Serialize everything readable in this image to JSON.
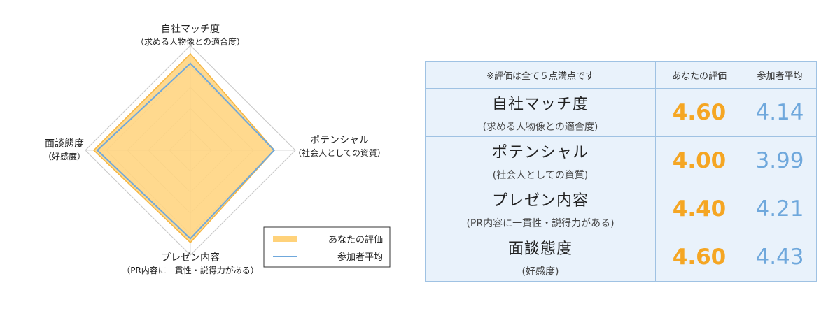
{
  "chart_data": {
    "type": "radar",
    "axes": [
      {
        "name": "自社マッチ度",
        "sub": "（求める人物像との適合度）"
      },
      {
        "name": "ポテンシャル",
        "sub": "（社会人としての資質）"
      },
      {
        "name": "プレゼン内容",
        "sub": "（PR内容に一貫性・説得力がある）"
      },
      {
        "name": "面談態度",
        "sub": "（好感度）"
      }
    ],
    "range": [
      0,
      5
    ],
    "grid": true,
    "legend_position": "bottom-right",
    "series": [
      {
        "name": "あなたの評価",
        "color": "#ffd27a",
        "stroke": "#f5b540",
        "values": [
          4.6,
          4.0,
          4.4,
          4.6
        ]
      },
      {
        "name": "参加者平均",
        "color": "#6fa8dc",
        "values": [
          4.14,
          3.99,
          4.21,
          4.43
        ]
      }
    ]
  },
  "table": {
    "header": [
      "※評価は全て５点満点です",
      "あなたの評価",
      "参加者平均"
    ],
    "rows": [
      {
        "name": "自社マッチ度",
        "sub": "(求める人物像との適合度)",
        "you": "4.60",
        "avg": "4.14"
      },
      {
        "name": "ポテンシャル",
        "sub": "(社会人としての資質)",
        "you": "4.00",
        "avg": "3.99"
      },
      {
        "name": "プレゼン内容",
        "sub": "(PR内容に一貫性・説得力がある)",
        "you": "4.40",
        "avg": "4.21"
      },
      {
        "name": "面談態度",
        "sub": "(好感度)",
        "you": "4.60",
        "avg": "4.43"
      }
    ]
  }
}
